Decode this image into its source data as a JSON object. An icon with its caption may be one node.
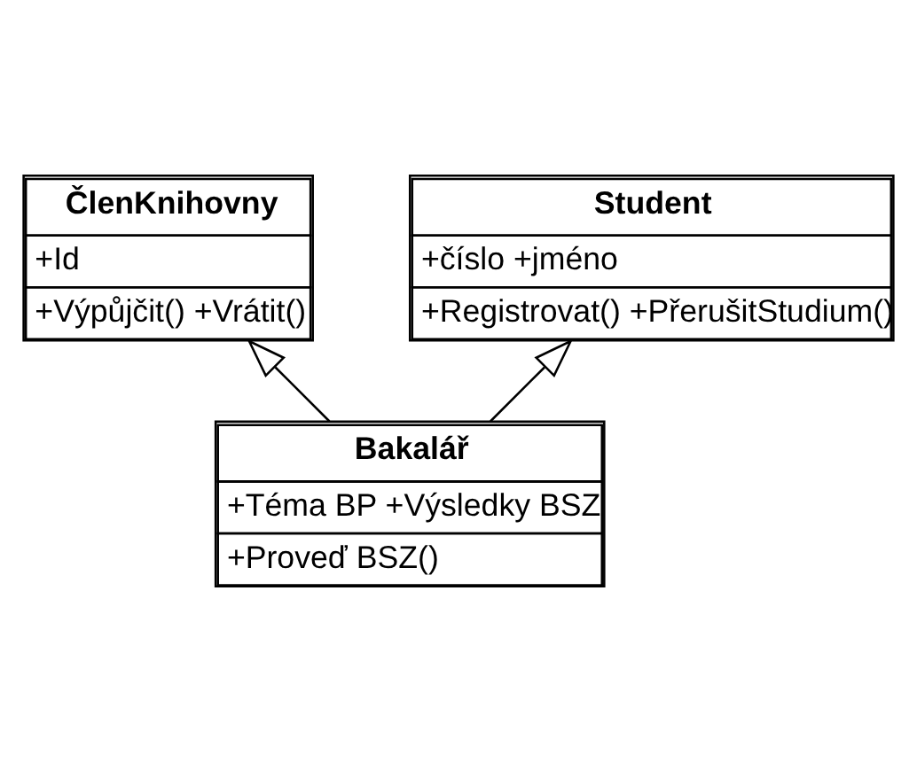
{
  "diagram": {
    "nodes": [
      {
        "text": [
          "ČlenKnihovny",
          "+Id",
          "+Výpůjčit() +Vrátit()"
        ]
      },
      {
        "text": [
          "Student",
          "+číslo +jméno",
          "+Registrovat() +PřerušitStudium()"
        ]
      },
      {
        "text": [
          "Bakalář",
          "+Téma BP +Výsledky BSZ",
          "+Proveď BSZ()"
        ]
      }
    ],
    "edges": [
      {
        "from": 2,
        "to": 0,
        "arrow": "to"
      },
      {
        "from": 2,
        "to": 1,
        "arrow": "to"
      }
    ]
  }
}
